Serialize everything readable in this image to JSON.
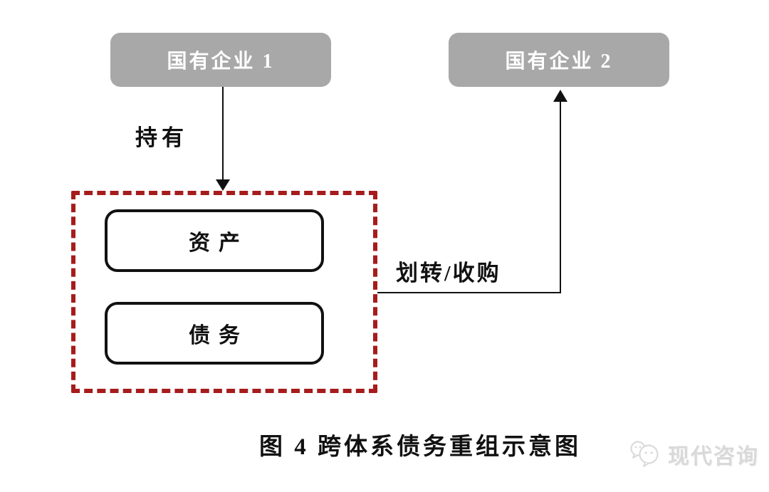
{
  "colors": {
    "canvas_bg": "#ffffff",
    "node_gray": "#a8a8a8",
    "node_text": "#ffffff",
    "dashed_red": "#a61c1c",
    "line_black": "#111111",
    "watermark_gray": "#d9d9d9"
  },
  "nodes": {
    "enterprise1": {
      "label": "国有企业 1"
    },
    "enterprise2": {
      "label": "国有企业 2"
    },
    "assets": {
      "label": "资产"
    },
    "debt": {
      "label": "债务"
    }
  },
  "edges": {
    "hold": {
      "label": "持有",
      "from": "enterprise1",
      "to": "asset-debt-group",
      "direction": "down"
    },
    "transfer": {
      "label": "划转/收购",
      "from": "asset-debt-group",
      "to": "enterprise2",
      "direction": "right-then-up"
    }
  },
  "caption": {
    "text": "图 4 跨体系债务重组示意图"
  },
  "watermark": {
    "brand": "现代咨询",
    "icon": "wechat-bubbles-icon"
  }
}
